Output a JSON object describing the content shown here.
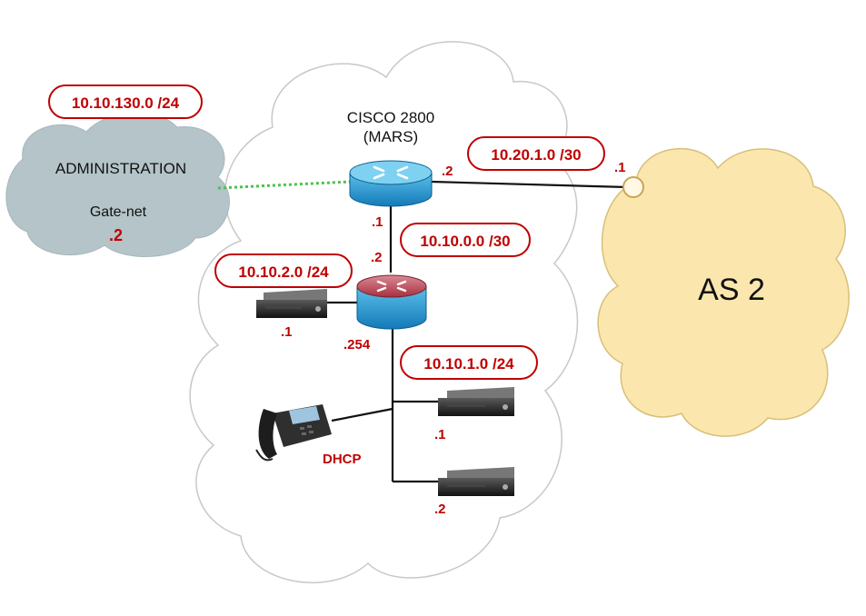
{
  "admin_cloud": {
    "subnet": "10.10.130.0 /24",
    "title": "ADMINISTRATION",
    "gateway_name": "Gate-net",
    "gateway_ip": ".2"
  },
  "router_top": {
    "model": "CISCO 2800",
    "name": "(MARS)",
    "ip_wan": ".2",
    "ip_down": ".1"
  },
  "wan_link": {
    "subnet": "10.20.1.0 /30",
    "peer_ip": ".1"
  },
  "as_cloud": {
    "label": "AS 2"
  },
  "core_link": {
    "subnet": "10.10.0.0 /30"
  },
  "router_bottom": {
    "ip_up": ".2",
    "ip_down": ".254"
  },
  "lan_left": {
    "subnet": "10.10.2.0 /24",
    "server_ip": ".1"
  },
  "lan_right": {
    "subnet": "10.10.1.0 /24",
    "server1_ip": ".1",
    "server2_ip": ".2",
    "phone_label": "DHCP"
  },
  "colors": {
    "accent_red": "#c00000",
    "admin_cloud": "#b4c4c8",
    "as_cloud": "#fbe6ad",
    "router_top": "#1e9ad2",
    "router_bottom": "#c44a5a",
    "link_green": "#4cc24c"
  }
}
